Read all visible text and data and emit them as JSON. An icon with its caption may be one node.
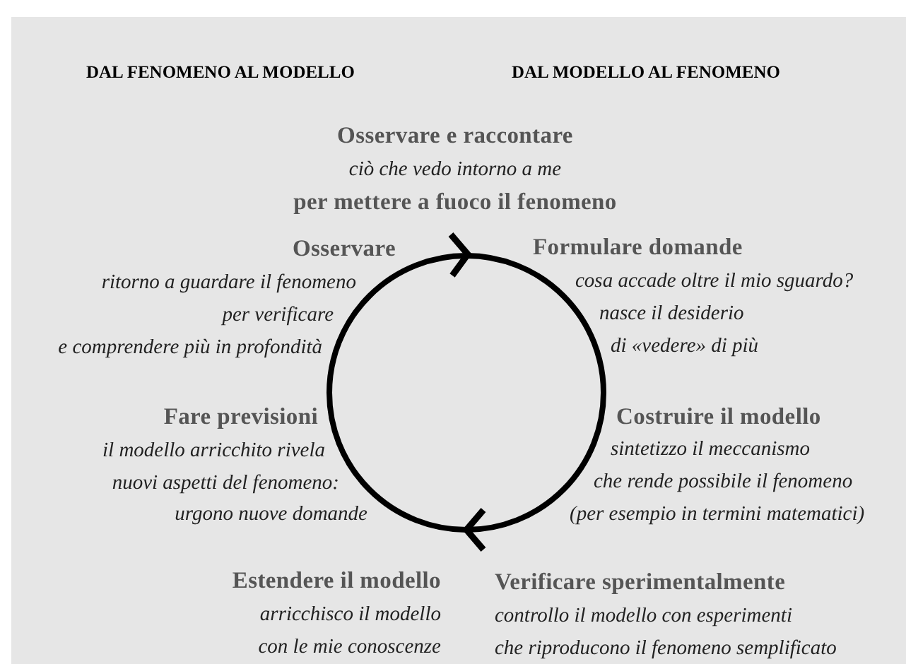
{
  "diagram": {
    "labels": [
      "DAL FENOMENO AL MODELLO",
      "DAL MODELLO AL FENOMENO",
      "Osservare e raccontare",
      "ciò che vedo intorno a me",
      "per mettere a fuoco il fenomeno",
      "Osservare",
      "ritorno a guardare il fenomeno",
      "per verificare",
      "e comprendere più in profondità",
      "Formulare domande",
      "cosa accade oltre il mio sguardo?",
      "nasce il desiderio",
      "di «vedere» di più",
      "Fare previsioni",
      "il modello arricchito rivela",
      "nuovi aspetti del fenomeno:",
      "urgono nuove domande",
      "Costruire il modello",
      "sintetizzo il meccanismo",
      "che rende possibile il fenomeno",
      "(per esempio in termini matematici)",
      "Estendere il modello",
      "arricchisco il modello",
      "con le mie conoscenze",
      "Verificare sperimentalmente",
      "controllo il modello con esperimenti",
      "che riproducono il fenomeno semplificato"
    ]
  }
}
